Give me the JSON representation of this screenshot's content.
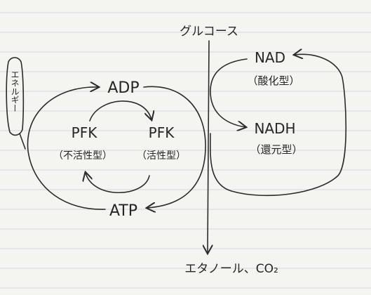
{
  "labels": {
    "glucose": "グルコース",
    "ethanol": "エタノール、CO₂",
    "adp": "ADP",
    "atp": "ATP",
    "pfk_inactive": "PFK",
    "pfk_inactive_state": "（不活性型）",
    "pfk_active": "PFK",
    "pfk_active_state": "（活性型）",
    "nad": "NAD",
    "nad_state": "（酸化型）",
    "nadh": "NADH",
    "nadh_state": "（還元型）",
    "energy": "エネルギー"
  }
}
